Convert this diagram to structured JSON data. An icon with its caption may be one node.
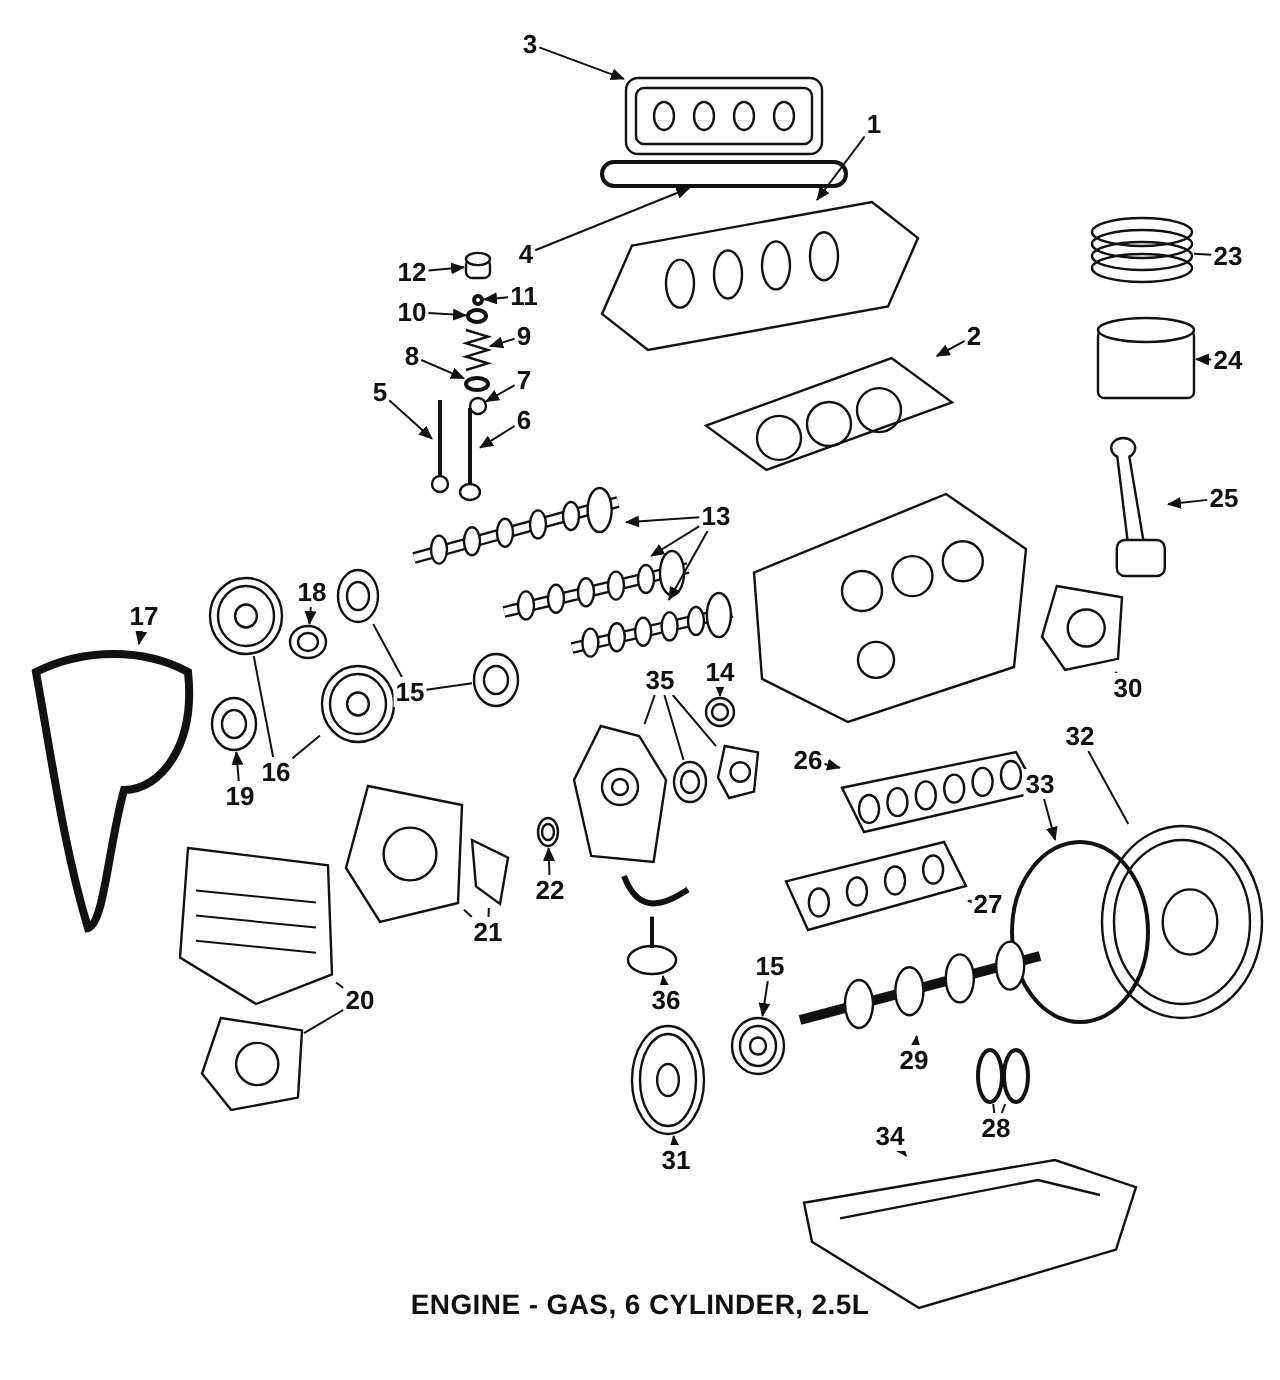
{
  "diagram": {
    "caption": "ENGINE - GAS, 6 CYLINDER, 2.5L",
    "nodes": [
      {
        "text": [
          "3"
        ]
      },
      {
        "text": [
          "1"
        ]
      },
      {
        "text": [
          "4"
        ]
      },
      {
        "text": [
          "12"
        ]
      },
      {
        "text": [
          "11"
        ]
      },
      {
        "text": [
          "10"
        ]
      },
      {
        "text": [
          "9"
        ]
      },
      {
        "text": [
          "8"
        ]
      },
      {
        "text": [
          "7"
        ]
      },
      {
        "text": [
          "5"
        ]
      },
      {
        "text": [
          "6"
        ]
      },
      {
        "text": [
          "23"
        ]
      },
      {
        "text": [
          "2"
        ]
      },
      {
        "text": [
          "24"
        ]
      },
      {
        "text": [
          "13"
        ]
      },
      {
        "text": [
          "25"
        ]
      },
      {
        "text": [
          "18"
        ]
      },
      {
        "text": [
          "17"
        ]
      },
      {
        "text": [
          "15"
        ]
      },
      {
        "text": [
          "14"
        ]
      },
      {
        "text": [
          "30"
        ]
      },
      {
        "text": [
          "16"
        ]
      },
      {
        "text": [
          "35"
        ]
      },
      {
        "text": [
          "19"
        ]
      },
      {
        "text": [
          "26"
        ]
      },
      {
        "text": [
          "32"
        ]
      },
      {
        "text": [
          "33"
        ]
      },
      {
        "text": [
          "22"
        ]
      },
      {
        "text": [
          "21"
        ]
      },
      {
        "text": [
          "27"
        ]
      },
      {
        "text": [
          "15"
        ]
      },
      {
        "text": [
          "36"
        ]
      },
      {
        "text": [
          "20"
        ]
      },
      {
        "text": [
          "29"
        ]
      },
      {
        "text": [
          "28"
        ]
      },
      {
        "text": [
          "34"
        ]
      },
      {
        "text": [
          "31"
        ]
      },
      {
        "text": [],
        "shape": "picture"
      },
      {
        "text": [],
        "shape": "box"
      },
      {
        "text": [],
        "shape": "picture"
      },
      {
        "text": [],
        "shape": "cylinder"
      },
      {
        "text": [],
        "shape": "circle"
      },
      {
        "text": [],
        "shape": "circle"
      },
      {
        "text": [],
        "shape": "picture"
      },
      {
        "text": [],
        "shape": "circle"
      },
      {
        "text": [],
        "shape": "picture"
      },
      {
        "text": [],
        "shape": "picture"
      },
      {
        "text": [],
        "shape": "picture"
      },
      {
        "text": [],
        "shape": "picture"
      },
      {
        "text": [],
        "shape": "picture"
      },
      {
        "text": [],
        "shape": "cylinder"
      },
      {
        "text": [],
        "shape": "picture"
      },
      {
        "text": [],
        "shape": "picture"
      },
      {
        "text": [],
        "shape": "picture"
      },
      {
        "text": [],
        "shape": "picture"
      },
      {
        "text": [],
        "shape": "picture"
      },
      {
        "text": [],
        "shape": "picture"
      },
      {
        "text": [],
        "shape": "picture"
      },
      {
        "text": [],
        "shape": "picture"
      },
      {
        "text": [],
        "shape": "picture"
      },
      {
        "text": [],
        "shape": "picture"
      },
      {
        "text": [],
        "shape": "picture"
      },
      {
        "text": [],
        "shape": "picture"
      },
      {
        "text": [],
        "shape": "picture"
      },
      {
        "text": [],
        "shape": "picture"
      },
      {
        "text": [],
        "shape": "picture"
      },
      {
        "text": [],
        "shape": "picture"
      },
      {
        "text": [],
        "shape": "picture"
      },
      {
        "text": [],
        "shape": "picture"
      },
      {
        "text": [],
        "shape": "circle"
      },
      {
        "text": [],
        "shape": "picture"
      },
      {
        "text": [],
        "shape": "picture"
      },
      {
        "text": [],
        "shape": "picture"
      },
      {
        "text": [],
        "shape": "picture"
      },
      {
        "text": [],
        "shape": "picture"
      },
      {
        "text": [],
        "shape": "picture"
      },
      {
        "text": [],
        "shape": "picture"
      },
      {
        "text": [],
        "shape": "picture"
      },
      {
        "text": [],
        "shape": "picture"
      },
      {
        "text": [],
        "shape": "circle"
      },
      {
        "text": [],
        "shape": "circle"
      },
      {
        "text": [],
        "shape": "picture"
      },
      {
        "text": [],
        "shape": "picture"
      },
      {
        "text": [],
        "shape": "picture"
      }
    ],
    "edges": [
      {
        "from": 0,
        "to": 37,
        "arrow": "to"
      },
      {
        "from": 1,
        "to": 39,
        "arrow": "to"
      },
      {
        "from": 2,
        "to": 38,
        "arrow": "to"
      },
      {
        "from": 3,
        "to": 40,
        "arrow": "to"
      },
      {
        "from": 4,
        "to": 41,
        "arrow": "to"
      },
      {
        "from": 5,
        "to": 42,
        "arrow": "to"
      },
      {
        "from": 6,
        "to": 43,
        "arrow": "to"
      },
      {
        "from": 7,
        "to": 44,
        "arrow": "to"
      },
      {
        "from": 8,
        "to": 45,
        "arrow": "to"
      },
      {
        "from": 9,
        "to": 46,
        "arrow": "to"
      },
      {
        "from": 10,
        "to": 47,
        "arrow": "to"
      },
      {
        "from": 11,
        "to": 48,
        "arrow": "none"
      },
      {
        "from": 12,
        "to": 49,
        "arrow": "to"
      },
      {
        "from": 13,
        "to": 50,
        "arrow": "to"
      },
      {
        "from": 14,
        "to": 51,
        "arrow": "to"
      },
      {
        "from": 14,
        "to": 52,
        "arrow": "to"
      },
      {
        "from": 14,
        "to": 53,
        "arrow": "to"
      },
      {
        "from": 15,
        "to": 54,
        "arrow": "to"
      },
      {
        "from": 16,
        "to": 55,
        "arrow": "to"
      },
      {
        "from": 17,
        "to": 56,
        "arrow": "to"
      },
      {
        "from": 18,
        "to": 57,
        "arrow": "none"
      },
      {
        "from": 18,
        "to": 58,
        "arrow": "none"
      },
      {
        "from": 19,
        "to": 59,
        "arrow": "to"
      },
      {
        "from": 20,
        "to": 60,
        "arrow": "to"
      },
      {
        "from": 21,
        "to": 61,
        "arrow": "none"
      },
      {
        "from": 21,
        "to": 62,
        "arrow": "none"
      },
      {
        "from": 22,
        "to": 63,
        "arrow": "none"
      },
      {
        "from": 22,
        "to": 64,
        "arrow": "none"
      },
      {
        "from": 22,
        "to": 65,
        "arrow": "none"
      },
      {
        "from": 23,
        "to": 66,
        "arrow": "to"
      },
      {
        "from": 24,
        "to": 67,
        "arrow": "to"
      },
      {
        "from": 25,
        "to": 68,
        "arrow": "none"
      },
      {
        "from": 26,
        "to": 69,
        "arrow": "to"
      },
      {
        "from": 27,
        "to": 70,
        "arrow": "to"
      },
      {
        "from": 28,
        "to": 71,
        "arrow": "none"
      },
      {
        "from": 28,
        "to": 72,
        "arrow": "none"
      },
      {
        "from": 29,
        "to": 73,
        "arrow": "to"
      },
      {
        "from": 30,
        "to": 74,
        "arrow": "to"
      },
      {
        "from": 31,
        "to": 75,
        "arrow": "to"
      },
      {
        "from": 32,
        "to": 76,
        "arrow": "none"
      },
      {
        "from": 32,
        "to": 77,
        "arrow": "none"
      },
      {
        "from": 33,
        "to": 78,
        "arrow": "to"
      },
      {
        "from": 34,
        "to": 79,
        "arrow": "none"
      },
      {
        "from": 34,
        "to": 80,
        "arrow": "none"
      },
      {
        "from": 35,
        "to": 81,
        "arrow": "to"
      },
      {
        "from": 36,
        "to": 82,
        "arrow": "to"
      }
    ]
  }
}
